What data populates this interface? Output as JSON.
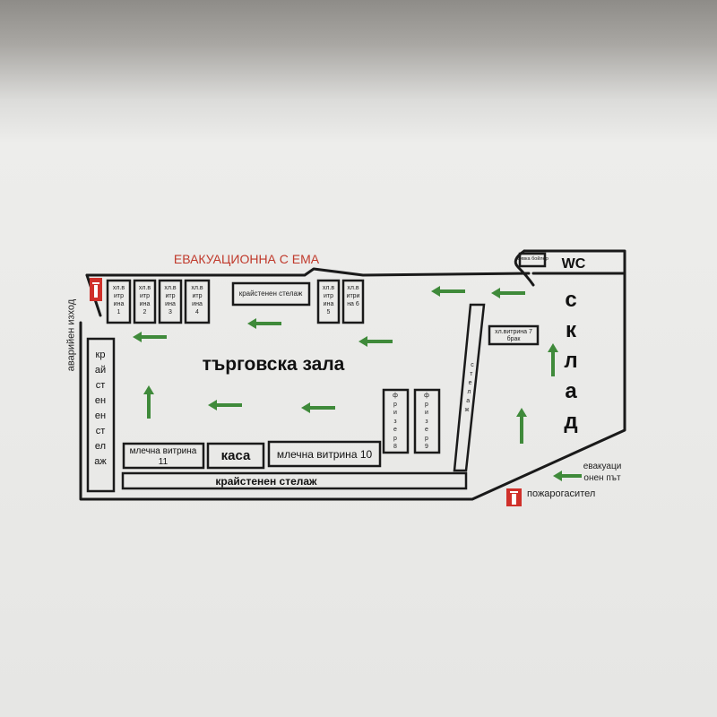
{
  "title": "ЕВАКУАЦИОННА С ЕМА",
  "emergency_exit": "аварийен изход",
  "hall": "търговска зала",
  "storage_letters": [
    "с",
    "к",
    "л",
    "а",
    "д"
  ],
  "wc": "WC",
  "boiler": "мивка бойлер",
  "showcases": [
    {
      "lines": [
        "хл.в",
        "итр",
        "ина",
        "1"
      ]
    },
    {
      "lines": [
        "хл.в",
        "итр",
        "ина",
        "2"
      ]
    },
    {
      "lines": [
        "хл.в",
        "итр",
        "ина",
        "3"
      ]
    },
    {
      "lines": [
        "хл.в",
        "итр",
        "ина",
        "4"
      ]
    },
    {
      "lines": [
        "хл.в",
        "итр",
        "ина",
        "5"
      ]
    },
    {
      "lines": [
        "хл.в",
        "итри",
        "на 6"
      ]
    }
  ],
  "top_shelf": "крайстенен стелаж",
  "left_shelf_letters": [
    "кр",
    "ай",
    "ст",
    "ен",
    "ен",
    "ст",
    "ел",
    "аж"
  ],
  "bottom_shelf": "крайстенен стелаж",
  "inner_shelf_letters": [
    "с",
    "т",
    "е",
    "л",
    "а",
    "ж"
  ],
  "showcase7": [
    "хл.витрина 7",
    "брак"
  ],
  "freezer8": [
    "ф",
    "р",
    "и",
    "з",
    "е",
    "р",
    "8"
  ],
  "freezer9": [
    "ф",
    "р",
    "и",
    "з",
    "е",
    "р",
    "9"
  ],
  "dairy11": [
    "млечна витрина",
    "11"
  ],
  "cashier": "каса",
  "dairy10": "млечна витрина 10",
  "legend": {
    "route": [
      "евакуаци",
      "онен път"
    ],
    "extinguisher": "пожарогасител"
  },
  "colors": {
    "arrow": "#3f8a3a",
    "extinguisher": "#d0302a",
    "title": "#c0392b"
  }
}
